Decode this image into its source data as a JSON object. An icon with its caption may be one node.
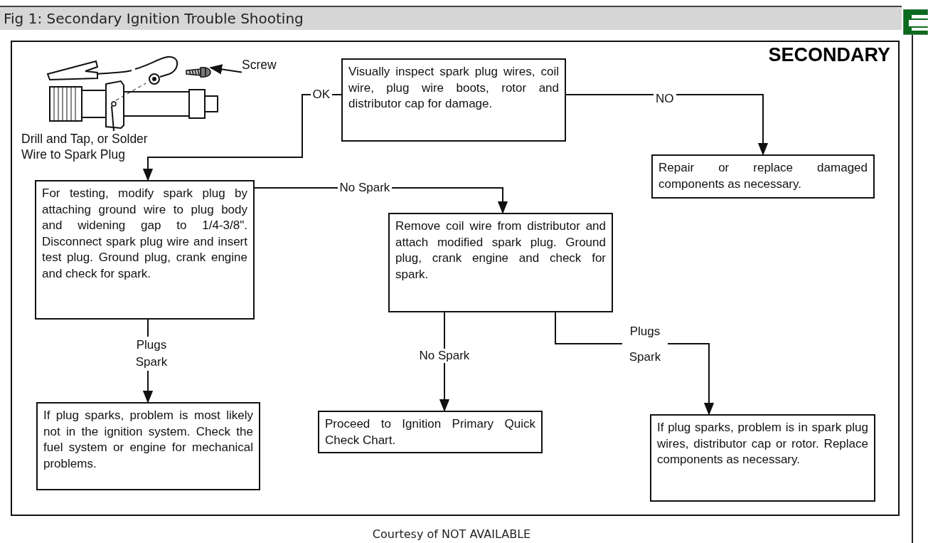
{
  "diagram": {
    "title": "Fig 1: Secondary Ignition Trouble Shooting",
    "caption": "Courtesy of NOT AVAILABLE",
    "nodes": [
      {
        "text": [
          "Screw"
        ]
      },
      {
        "text": [
          "Drill and Tap, or Solder Wire to Spark Plug"
        ]
      },
      {
        "text": [
          "Visually inspect spark plug wires, coil wire, plug wire boots, rotor and distributor cap for damage."
        ]
      },
      {
        "text": [
          "Repair or replace damaged components as necessary."
        ]
      },
      {
        "text": [
          "For testing, modify spark plug by attaching ground wire to plug body and widening gap to 1/4-3/8\". Disconnect spark plug wire and insert test plug. Ground plug, crank engine and check for spark."
        ]
      },
      {
        "text": [
          "Remove coil wire from distributor and attach modified spark plug. Ground plug, crank engine and check for spark."
        ]
      },
      {
        "text": [
          "If plug sparks, problem is most likely not in the ignition system. Check the fuel system or engine for mechanical problems."
        ]
      },
      {
        "text": [
          "Proceed to Ignition Primary Quick Check Chart."
        ]
      },
      {
        "text": [
          "If plug sparks, problem is in spark plug wires, distributor cap or rotor. Replace components as necessary."
        ]
      },
      {
        "text": [],
        "shape": "picture"
      },
      {
        "text": [],
        "shape": "circle"
      }
    ],
    "edges": [
      {
        "from": 0,
        "to": 9,
        "arrow": "to"
      },
      {
        "from": 1,
        "to": 10,
        "arrow": "none"
      },
      {
        "from": 2,
        "to": 4,
        "label": "OK",
        "arrow": "to"
      },
      {
        "from": 2,
        "to": 3,
        "label": "NO",
        "arrow": "to"
      },
      {
        "from": 4,
        "to": 5,
        "label": "No Spark",
        "arrow": "to"
      },
      {
        "from": 4,
        "to": 6,
        "label": "Plugs Spark",
        "arrow": "to"
      },
      {
        "from": 5,
        "to": 7,
        "label": "No Spark",
        "arrow": "to"
      },
      {
        "from": 5,
        "to": 8,
        "label": "Plugs Spark",
        "arrow": "to"
      }
    ],
    "labels": [
      "SECONDARY"
    ]
  }
}
